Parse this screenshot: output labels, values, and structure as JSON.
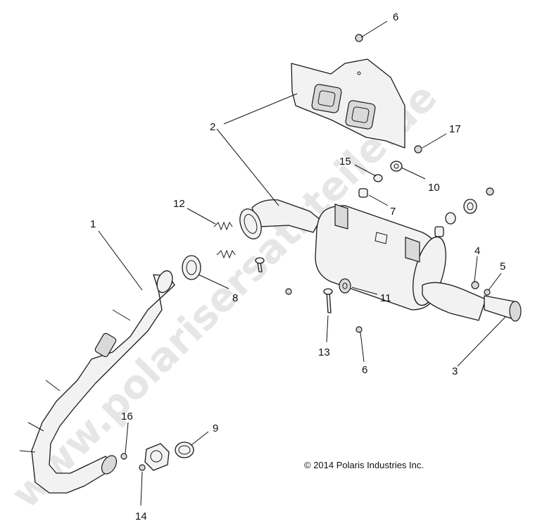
{
  "watermark": "www.polarisersatzteile.de",
  "copyright": "© 2014 Polaris Industries Inc.",
  "callouts": [
    {
      "id": "1",
      "label": "1"
    },
    {
      "id": "2",
      "label": "2"
    },
    {
      "id": "3",
      "label": "3"
    },
    {
      "id": "4",
      "label": "4"
    },
    {
      "id": "5",
      "label": "5"
    },
    {
      "id": "6a",
      "label": "6"
    },
    {
      "id": "6b",
      "label": "6"
    },
    {
      "id": "7",
      "label": "7"
    },
    {
      "id": "8",
      "label": "8"
    },
    {
      "id": "9",
      "label": "9"
    },
    {
      "id": "10",
      "label": "10"
    },
    {
      "id": "11",
      "label": "11"
    },
    {
      "id": "12",
      "label": "12"
    },
    {
      "id": "13",
      "label": "13"
    },
    {
      "id": "14",
      "label": "14"
    },
    {
      "id": "15",
      "label": "15"
    },
    {
      "id": "16",
      "label": "16"
    },
    {
      "id": "17",
      "label": "17"
    }
  ]
}
